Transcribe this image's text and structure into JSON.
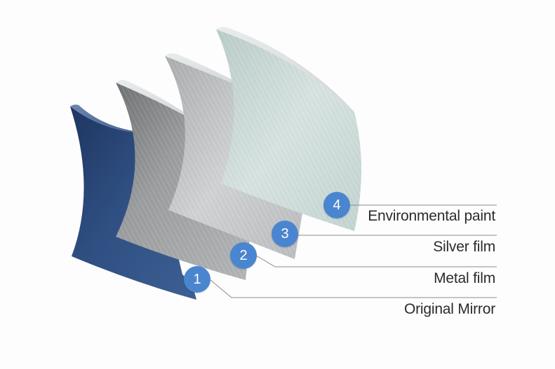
{
  "layers": [
    {
      "number": "1",
      "label": "Original Mirror",
      "color": "#2d4a78"
    },
    {
      "number": "2",
      "label": "Metal film",
      "color": "#8f9194"
    },
    {
      "number": "3",
      "label": "Silver film",
      "color": "#c3c5c7"
    },
    {
      "number": "4",
      "label": "Environmental paint",
      "color": "#c6d6d3"
    }
  ],
  "colors": {
    "badge": "#4a86cf",
    "leader_line": "#8a8a8a",
    "label_text": "#2b2b2b",
    "background": "#fdfdfd"
  }
}
